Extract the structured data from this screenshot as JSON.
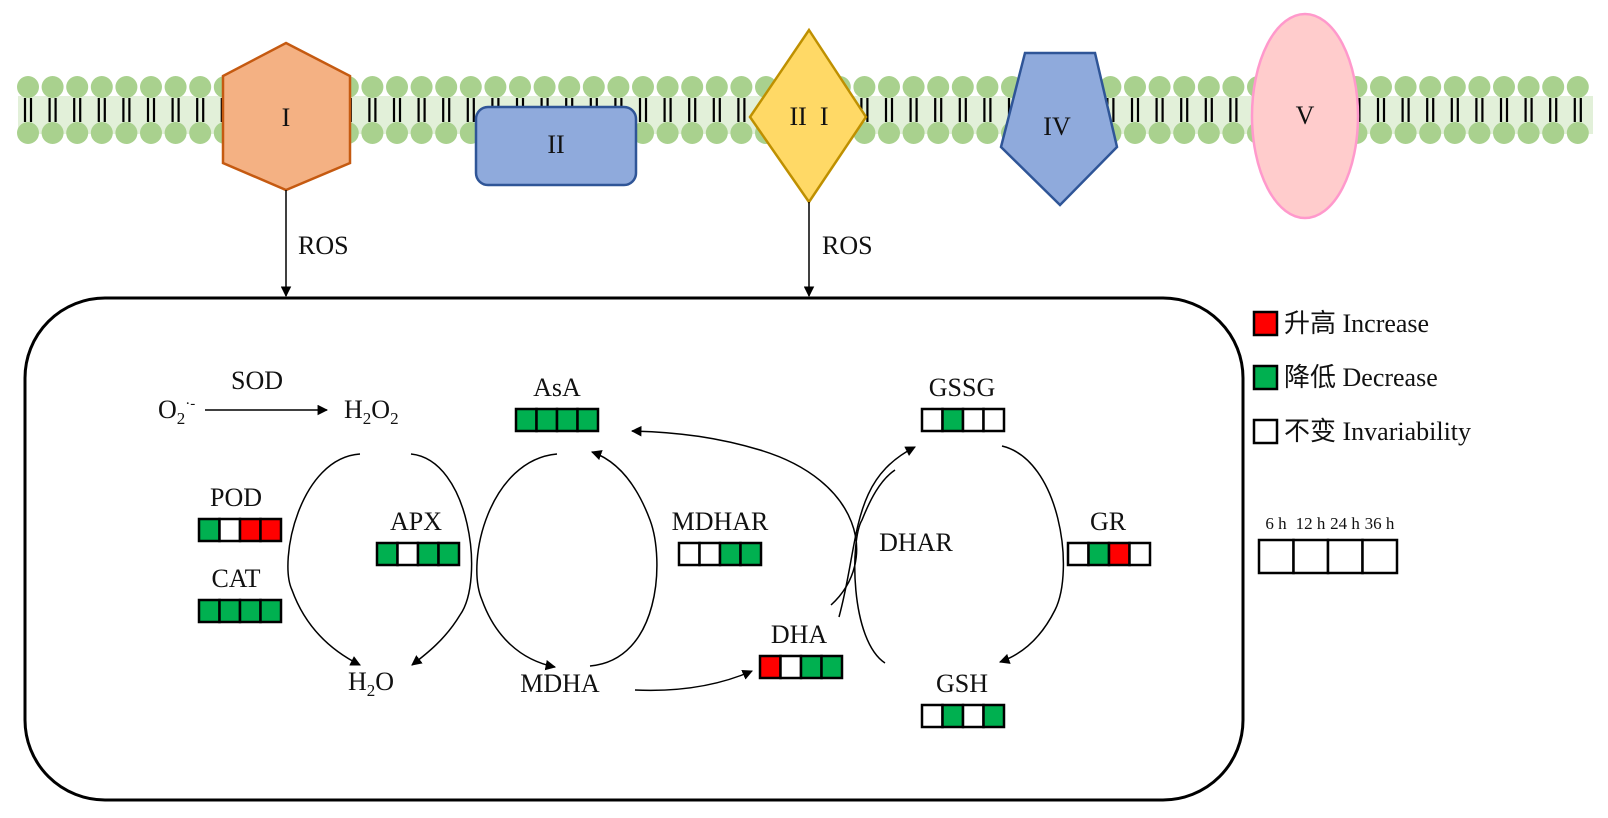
{
  "colors": {
    "increase": "#ff0000",
    "decrease": "#00b050",
    "invariability": "#ffffff",
    "lipid_head": "#a9d18e",
    "lipid_band": "#e2f0d9",
    "protein_I_fill": "#f4b183",
    "protein_I_stroke": "#c55a11",
    "protein_II_fill": "#8faadc",
    "protein_II_stroke": "#2f5597",
    "protein_III_fill": "#ffd966",
    "protein_III_stroke": "#bf9000",
    "protein_IV_fill": "#8faadc",
    "protein_IV_stroke": "#2f5597",
    "protein_V_fill": "#ffcccc",
    "protein_V_stroke": "#ff99cc"
  },
  "membrane": {
    "proteins": [
      {
        "id": "I",
        "label": "I",
        "shape": "hexagon"
      },
      {
        "id": "II",
        "label": "II",
        "shape": "rounded-rectangle"
      },
      {
        "id": "III",
        "label": "II  I",
        "shape": "diamond"
      },
      {
        "id": "IV",
        "label": "IV",
        "shape": "pentagon"
      },
      {
        "id": "V",
        "label": "V",
        "shape": "ellipse"
      }
    ],
    "signals": [
      {
        "from": "I",
        "label": "ROS"
      },
      {
        "from": "III",
        "label": "ROS"
      }
    ]
  },
  "pathway": {
    "reaction_sod": {
      "substrate": "O2",
      "substrate_sup": "·-",
      "enzyme": "SOD",
      "product": "H2O2"
    },
    "nodes": {
      "h2o2": "H2O2",
      "h2o": "H2O",
      "mdha": "MDHA",
      "dhar": "DHAR"
    },
    "indicators": [
      {
        "key": "pod",
        "label": "POD",
        "states": [
          "decrease",
          "invariability",
          "increase",
          "increase"
        ]
      },
      {
        "key": "cat",
        "label": "CAT",
        "states": [
          "decrease",
          "decrease",
          "decrease",
          "decrease"
        ]
      },
      {
        "key": "apx",
        "label": "APX",
        "states": [
          "decrease",
          "invariability",
          "decrease",
          "decrease"
        ]
      },
      {
        "key": "asa",
        "label": "AsA",
        "states": [
          "decrease",
          "decrease",
          "decrease",
          "decrease"
        ]
      },
      {
        "key": "mdhar",
        "label": "MDHAR",
        "states": [
          "invariability",
          "invariability",
          "decrease",
          "decrease"
        ]
      },
      {
        "key": "dha",
        "label": "DHA",
        "states": [
          "increase",
          "invariability",
          "decrease",
          "decrease"
        ]
      },
      {
        "key": "gssg",
        "label": "GSSG",
        "states": [
          "invariability",
          "decrease",
          "invariability",
          "invariability"
        ]
      },
      {
        "key": "gr",
        "label": "GR",
        "states": [
          "invariability",
          "decrease",
          "increase",
          "invariability"
        ]
      },
      {
        "key": "gsh",
        "label": "GSH",
        "states": [
          "invariability",
          "decrease",
          "invariability",
          "decrease"
        ]
      }
    ]
  },
  "legend": {
    "items": [
      {
        "state": "increase",
        "label": "升高 Increase"
      },
      {
        "state": "decrease",
        "label": "降低 Decrease"
      },
      {
        "state": "invariability",
        "label": "不变 Invariability"
      }
    ],
    "time_points": [
      "6 h",
      "12 h",
      "24 h",
      "36 h"
    ]
  }
}
